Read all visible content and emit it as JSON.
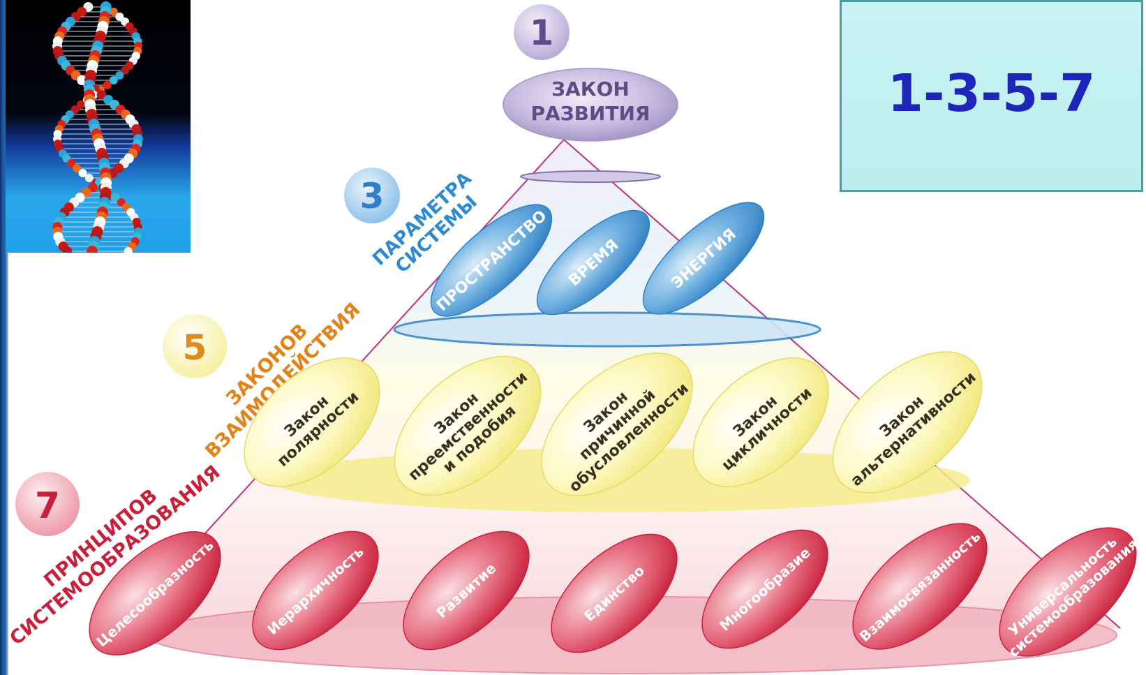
{
  "info_box": {
    "text": "1-3-5-7"
  },
  "level1": {
    "number": "1",
    "line1": "ЗАКОН",
    "line2": "РАЗВИТИЯ"
  },
  "level3": {
    "number": "3",
    "caption_line1": "ПАРАМЕТРА",
    "caption_line2": "СИСТЕМЫ",
    "items": [
      "ПРОСТРАНСТВО",
      "ВРЕМЯ",
      "ЭНЕРГИЯ"
    ]
  },
  "level5": {
    "number": "5",
    "caption_line1": "ЗАКОНОВ",
    "caption_line2": "ВЗАИМОДЕЙСТВИЯ",
    "items": [
      [
        "Закон",
        "полярности"
      ],
      [
        "Закон",
        "преемственности",
        "и подобия"
      ],
      [
        "Закон",
        "причинной",
        "обусловленности"
      ],
      [
        "Закон",
        "цикличности"
      ],
      [
        "Закон",
        "альтернативности"
      ]
    ]
  },
  "level7": {
    "number": "7",
    "caption_line1": "ПРИНЦИПОВ",
    "caption_line2": "СИСТЕМООБРАЗОВАНИЯ",
    "items": [
      [
        "Целесообразность"
      ],
      [
        "Иерархичность"
      ],
      [
        "Развитие"
      ],
      [
        "Единство"
      ],
      [
        "Многообразие"
      ],
      [
        "Взаимосвязанность"
      ],
      [
        "Универсальность",
        "системообразования"
      ]
    ]
  },
  "colors": {
    "level1_fill": "#c3b8dc",
    "level1_badge": "#6e5f9c",
    "level3_fill": "#4a9ad6",
    "level3_badge": "#3f8fce",
    "level5_fill": "#fbf6a6",
    "level5_text": "#e0841a",
    "level7_fill": "#d94058",
    "level7_text": "#c8203a",
    "info_text": "#1f25b8"
  }
}
